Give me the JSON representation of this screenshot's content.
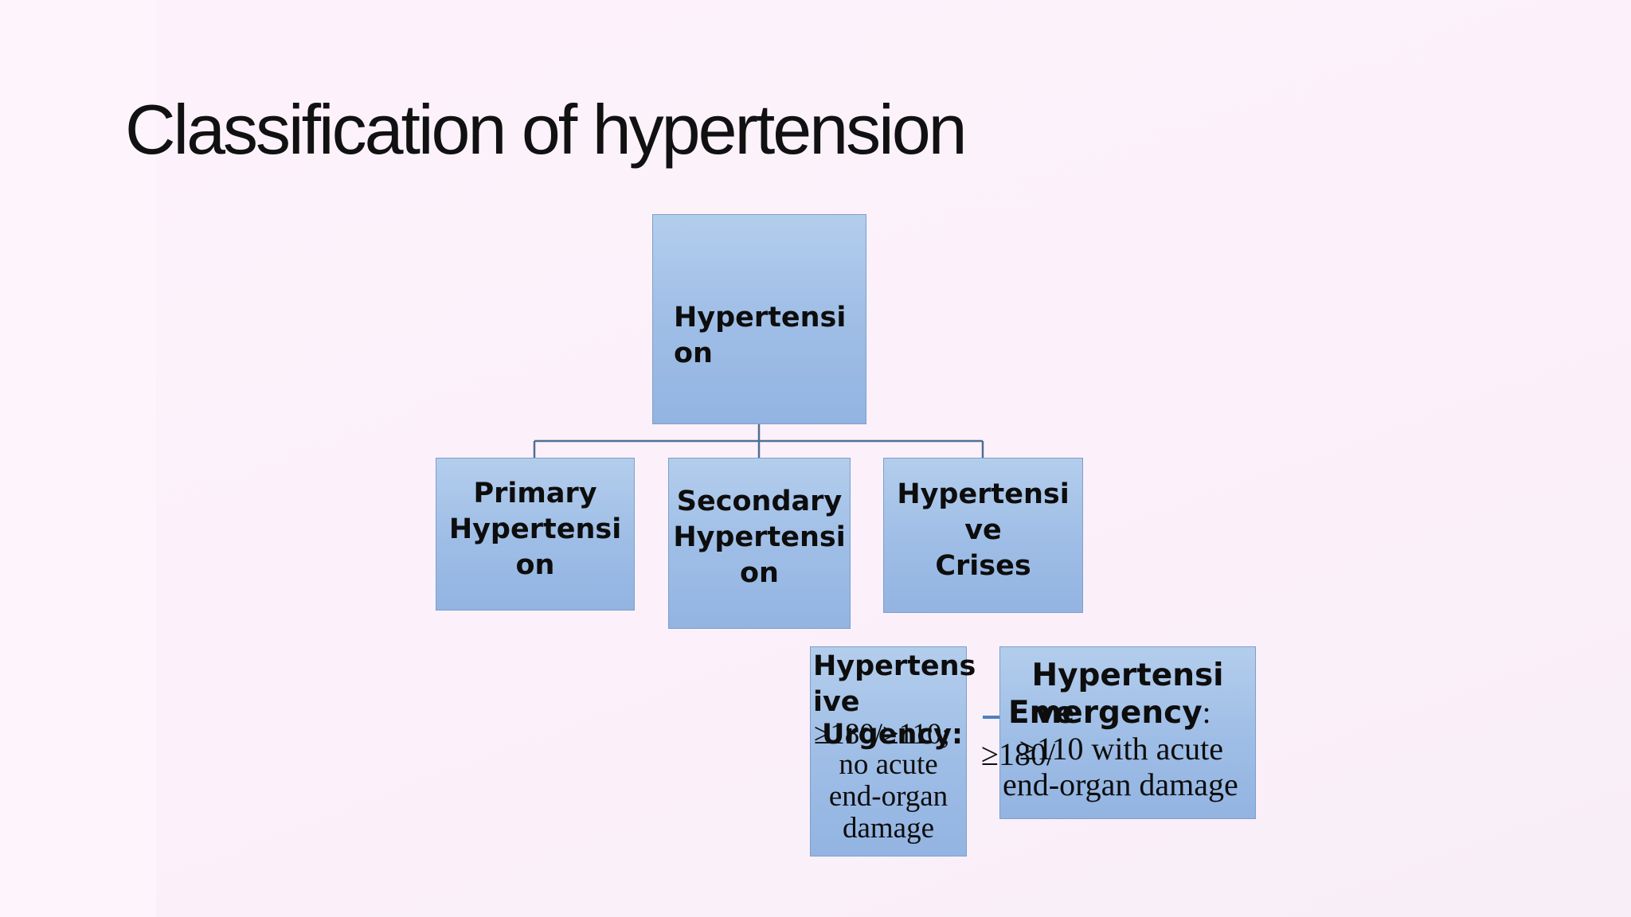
{
  "slide": {
    "title": "Classification of hypertension"
  },
  "nodes": {
    "root": "Hypertensi\non",
    "primary": "Primary\nHypertensi\non",
    "secondary": "Secondary\nHypertensi\non",
    "crises": "Hypertensi\nve\nCrises",
    "urgency": {
      "heading": "Hypertens\nive",
      "heading_tail": "Urgency:",
      "criteria": "≥180/≥110;",
      "detail": "no acute\nend-organ\ndamage"
    },
    "emergency": {
      "heading": "Hypertensi",
      "heading_tail": "ve",
      "heading_line2": "Emergency",
      "colon": ":",
      "criteria_lead": "≥180/",
      "criteria": "≥110 with acute",
      "detail": "end-organ damage"
    }
  },
  "colors": {
    "box_fill": "#a3c1e8",
    "box_border": "#7f9fc9",
    "connector": "#4f6f95",
    "accent_dash": "#4f81bd"
  }
}
